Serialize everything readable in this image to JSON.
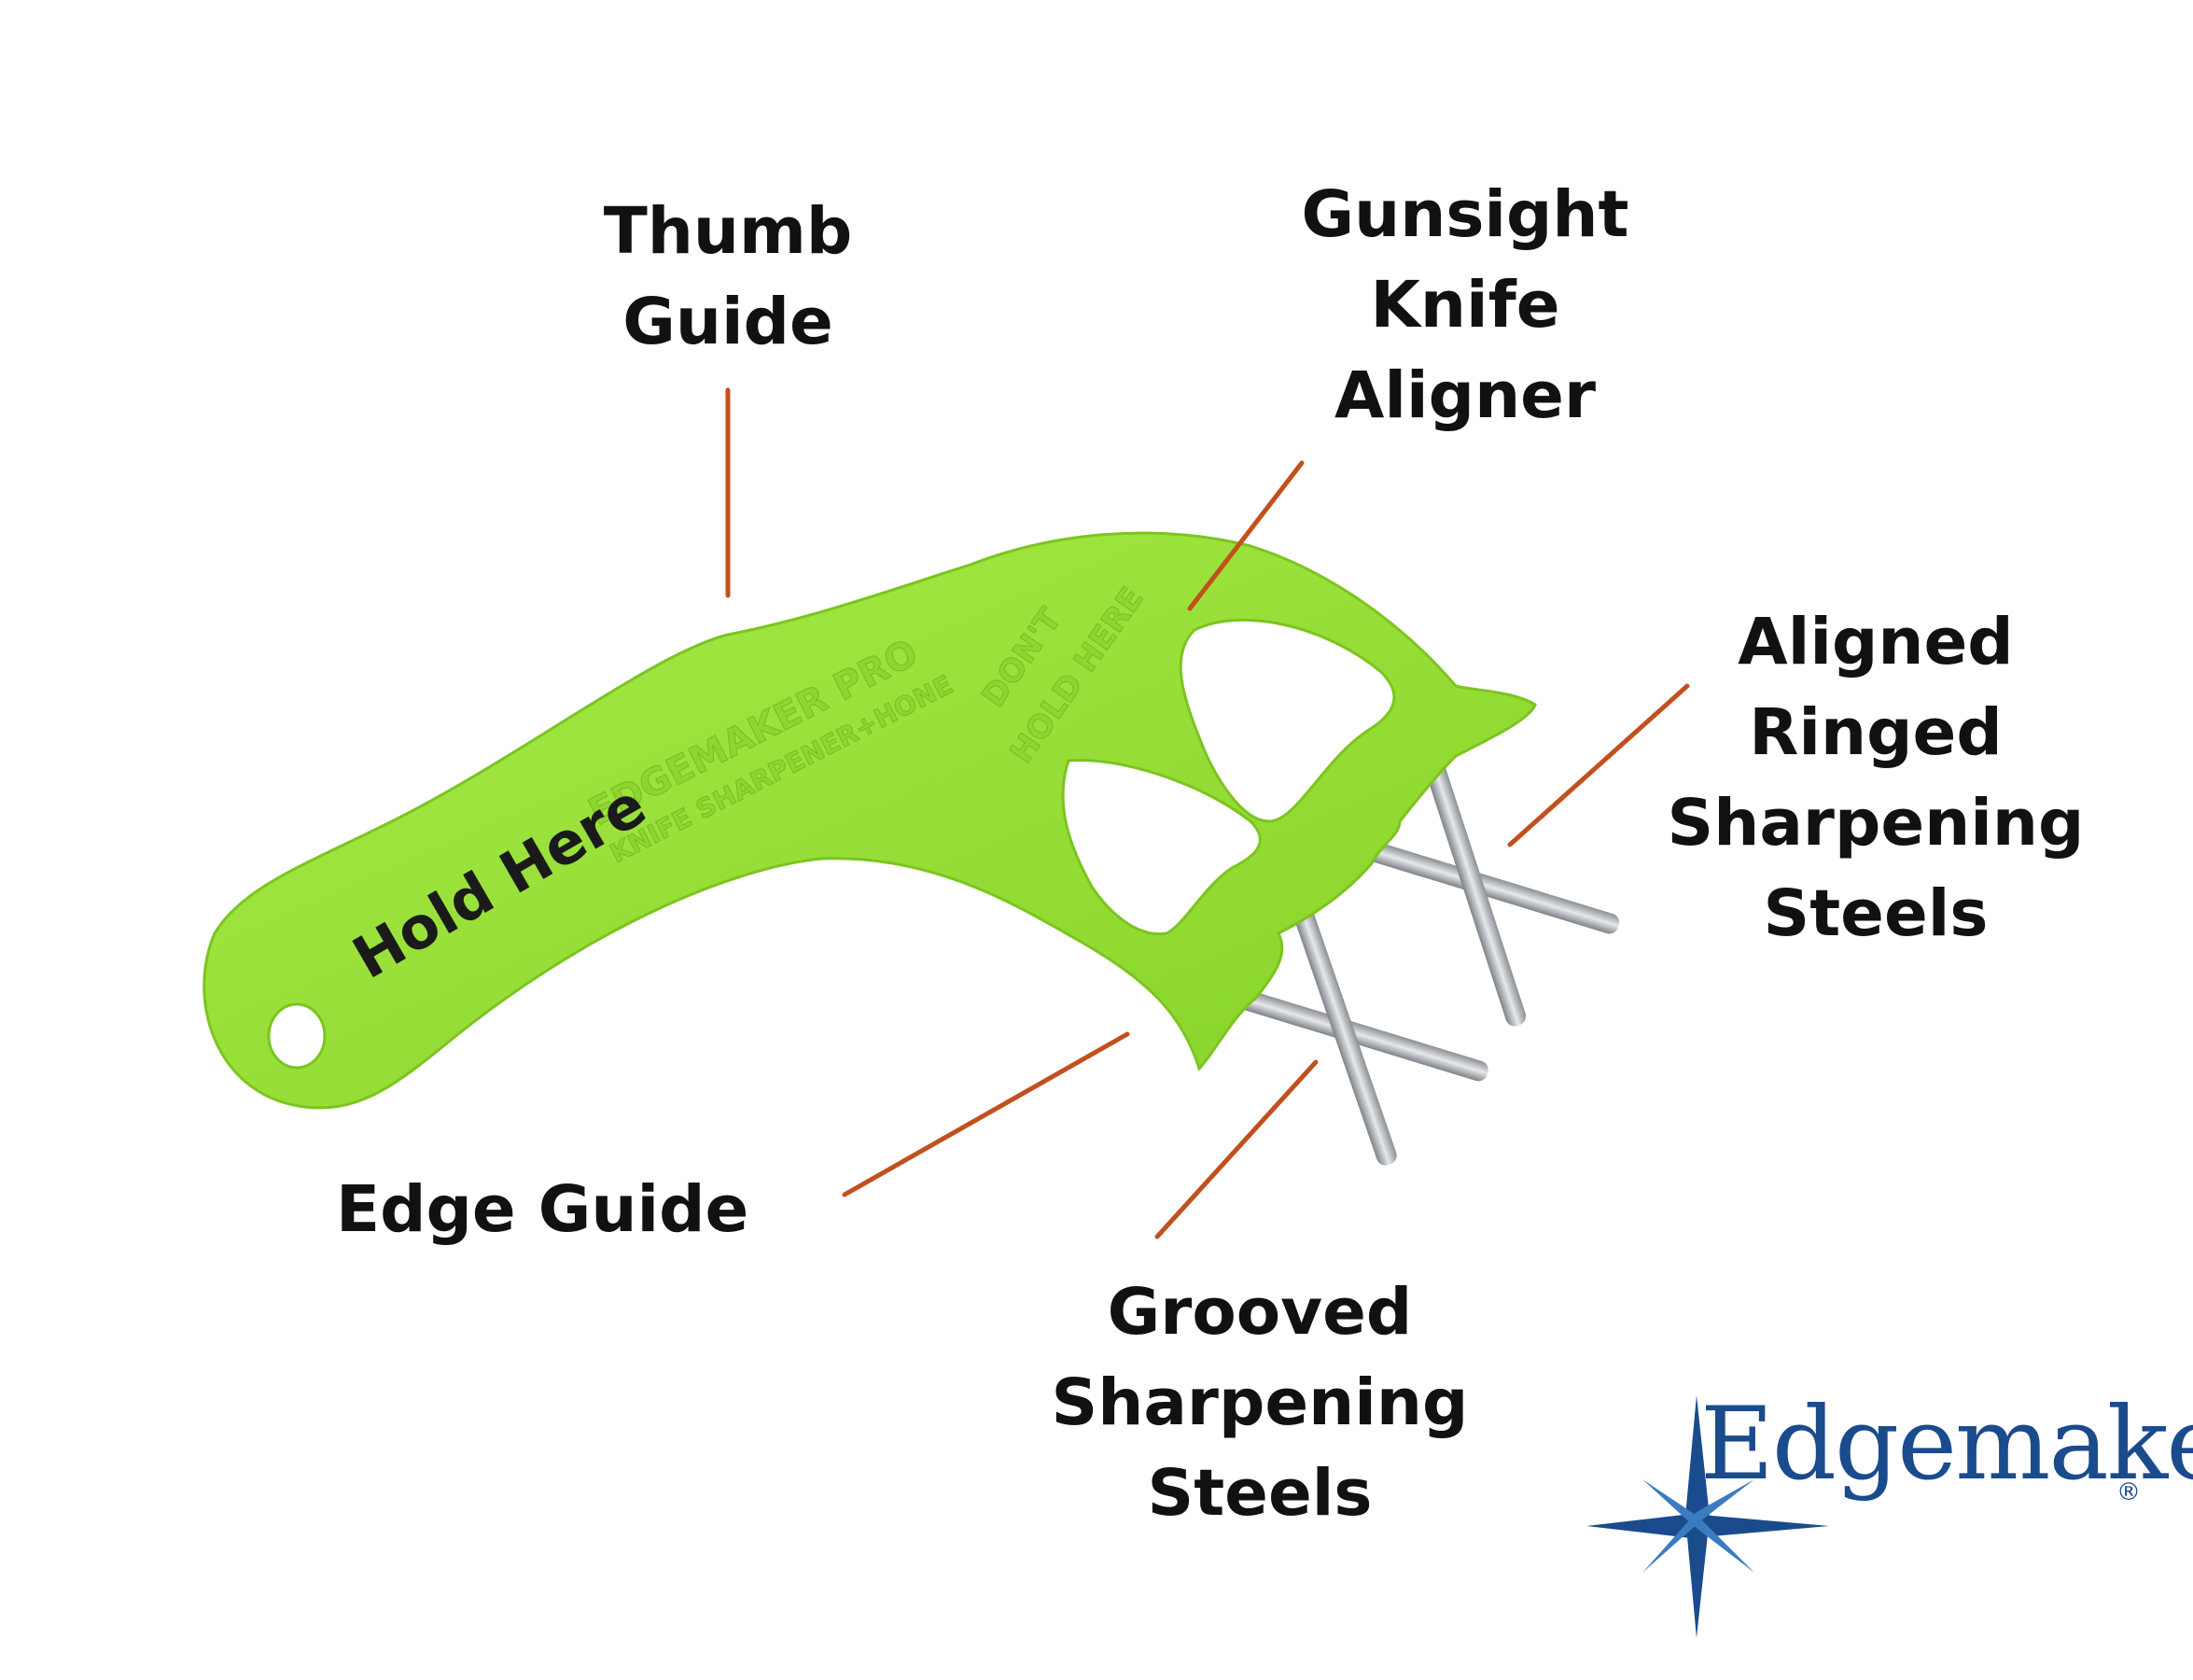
{
  "callouts": {
    "thumb_guide": "Thumb\nGuide",
    "gunsight_aligner": "Gunsight\nKnife\nAligner",
    "aligned_ringed_steels": "Aligned\nRinged\nSharpening\nSteels",
    "edge_guide": "Edge Guide",
    "grooved_steels": "Grooved\nSharpening\nSteels"
  },
  "product_text": {
    "hold_here": "Hold Here",
    "dont_hold_here_line1": "DON'T",
    "dont_hold_here_line2": "HOLD HERE",
    "embossed_brand": "EDGEMAKER PRO",
    "embossed_subtitle": "KNIFE SHARPENER+HONE"
  },
  "brand": {
    "name": "Edgemaker",
    "registered_mark": "®"
  },
  "colors": {
    "body_green": "#9be33c",
    "callout_line": "#c2501e",
    "text": "#111111",
    "brand_blue": "#1a4b8c"
  }
}
